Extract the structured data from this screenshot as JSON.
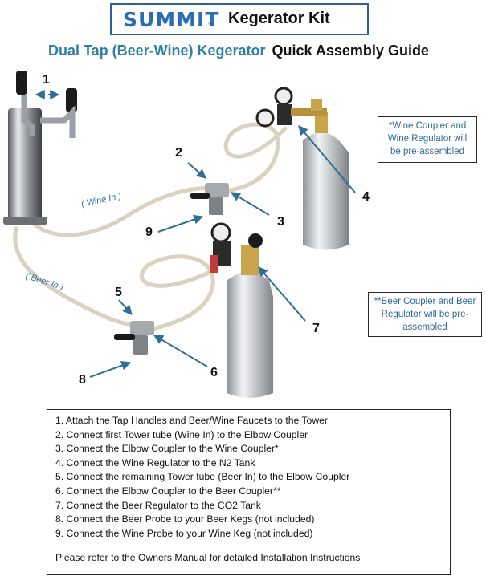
{
  "header": {
    "logo": "SUMMIT",
    "logo_mark": "®",
    "title": "Kegerator Kit"
  },
  "subtitle": {
    "product": "Dual Tap (Beer-Wine) Kegerator",
    "guide": "Quick Assembly Guide"
  },
  "notes": {
    "wine": "*Wine Coupler and Wine Regulator will be pre-assembled",
    "beer": "**Beer Coupler and Beer Regulator will be pre-assembled"
  },
  "tube_labels": {
    "wine": "( Wine In )",
    "beer": "( Beer In )"
  },
  "callouts": [
    "1",
    "2",
    "3",
    "4",
    "5",
    "6",
    "7",
    "8",
    "9"
  ],
  "steps": [
    "1. Attach the Tap Handles and Beer/Wine Faucets to the Tower",
    "2. Connect first Tower tube (Wine In) to the Elbow Coupler",
    "3. Connect the Elbow Coupler to the Wine Coupler*",
    "4. Connect the Wine Regulator to the N2 Tank",
    "5. Connect the remaining Tower tube (Beer In) to the Elbow Coupler",
    "6. Connect the Elbow Coupler to the Beer Coupler**",
    "7. Connect the Beer Regulator to the CO2 Tank",
    "8. Connect the Beer Probe to your Beer Kegs (not included)",
    "9. Connect the Wine Probe to your Wine Keg (not included)"
  ],
  "final_note": "Please refer to the Owners Manual for detailed Installation Instructions",
  "colors": {
    "accent": "#2a6db5",
    "arrow": "#2f6f93",
    "tube": "#e8e2d2"
  }
}
